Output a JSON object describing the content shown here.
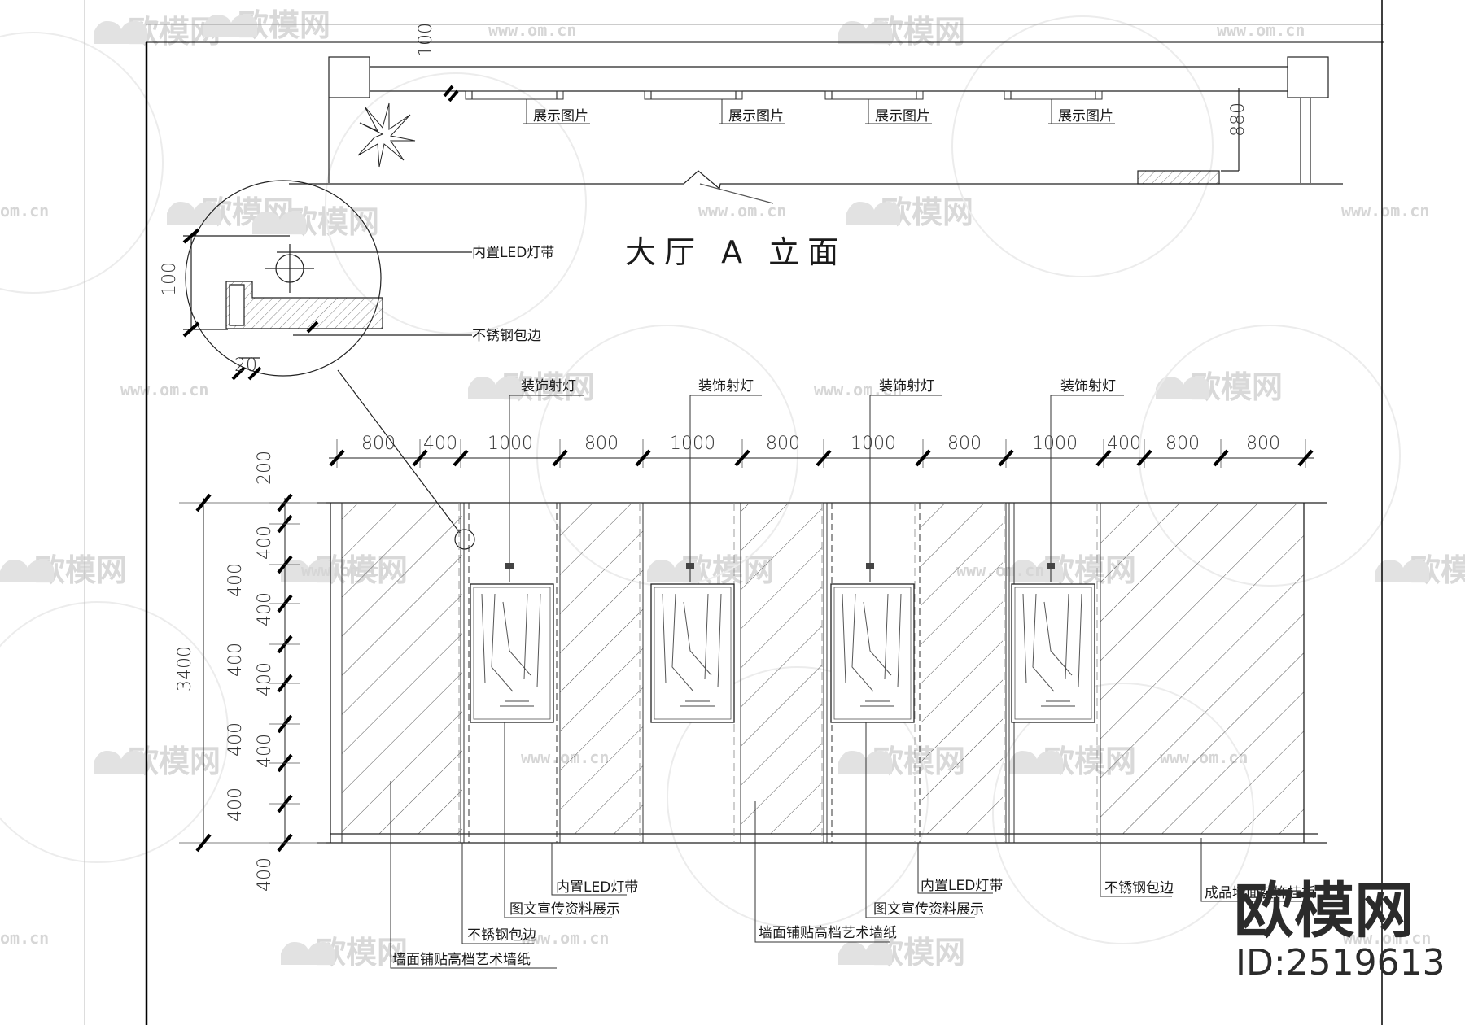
{
  "drawing": {
    "title": "大厅 A 立面",
    "plan_labels": [
      "展示图片",
      "展示图片",
      "展示图片",
      "展示图片"
    ],
    "plan_dim_vertical": "100",
    "plan_small_dim": "880",
    "detail": {
      "label_led": "内置LED灯带",
      "label_steel": "不锈钢包边",
      "dim_height": "100",
      "dim_small": "20"
    },
    "spotlight_label": "装饰射灯",
    "top_dims": [
      "800",
      "400",
      "1000",
      "800",
      "1000",
      "800",
      "1000",
      "800",
      "1000",
      "400",
      "800",
      "800"
    ],
    "left_dims_total": "3400",
    "left_dims_outer": [
      "200",
      "400",
      "400",
      "400",
      "400",
      "400"
    ],
    "left_dims_inner": [
      "400",
      "400",
      "400",
      "400"
    ],
    "bottom_labels": {
      "led_1": "内置LED灯带",
      "promo_1": "图文宣传资料展示",
      "steel_1": "不锈钢包边",
      "wallpaper_1": "墙面铺贴高档艺术墙纸",
      "wallpaper_2": "墙面铺贴高档艺术墙纸",
      "led_2": "内置LED灯带",
      "promo_2": "图文宣传资料展示",
      "steel_2": "不锈钢包边",
      "panel": "成品墙面装饰挂板"
    }
  },
  "watermark": {
    "brand": "欧模网",
    "url": "www.om.cn",
    "url_short": "om.cn",
    "id": "ID:2519613"
  }
}
